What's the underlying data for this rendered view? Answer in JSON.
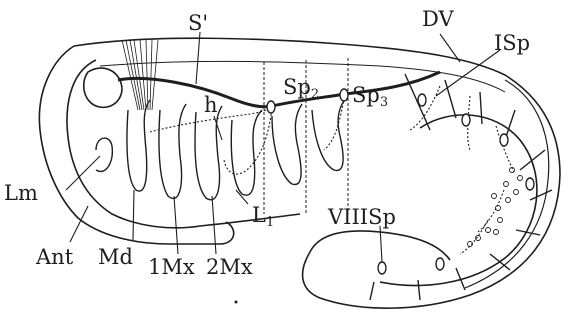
{
  "figure": {
    "labels": {
      "s_prime": "S'",
      "dv": "DV",
      "isp": "ISp",
      "sp2_main": "Sp",
      "sp2_sub": "2",
      "sp3_main": "Sp",
      "sp3_sub": "3",
      "h": "h",
      "lm": "Lm",
      "l1_main": "L",
      "l1_sub": "1",
      "viiisp": "VIIISp",
      "ant": "Ant",
      "md": "Md",
      "mx1": "1Mx",
      "mx2": "2Mx"
    }
  }
}
